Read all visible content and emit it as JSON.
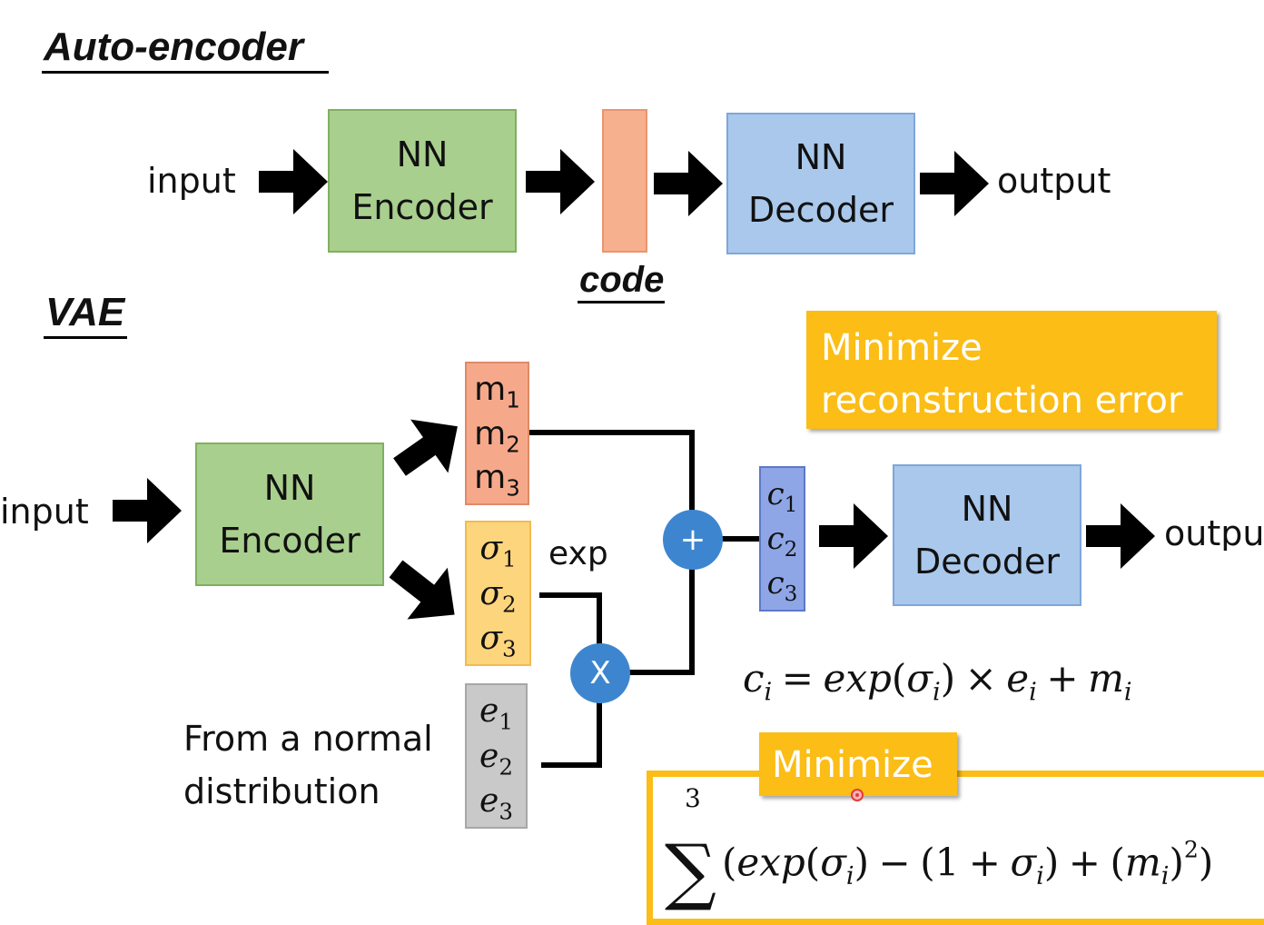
{
  "autoencoder": {
    "title": "Auto-encoder",
    "input_label": "input",
    "encoder_line1": "NN",
    "encoder_line2": "Encoder",
    "code_label": "code",
    "decoder_line1": "NN",
    "decoder_line2": "Decoder",
    "output_label": "output"
  },
  "vae": {
    "title": "VAE",
    "input_label": "input",
    "encoder_line1": "NN",
    "encoder_line2": "Encoder",
    "decoder_line1": "NN",
    "decoder_line2": "Decoder",
    "output_label": "outpu",
    "m_vector": [
      {
        "sym": "m",
        "idx": "1"
      },
      {
        "sym": "m",
        "idx": "2"
      },
      {
        "sym": "m",
        "idx": "3"
      }
    ],
    "sigma_vector": [
      {
        "sym": "σ",
        "idx": "1"
      },
      {
        "sym": "σ",
        "idx": "2"
      },
      {
        "sym": "σ",
        "idx": "3"
      }
    ],
    "e_vector": [
      {
        "sym": "e",
        "idx": "1"
      },
      {
        "sym": "e",
        "idx": "2"
      },
      {
        "sym": "e",
        "idx": "3"
      }
    ],
    "c_vector": [
      {
        "sym": "c",
        "idx": "1"
      },
      {
        "sym": "c",
        "idx": "2"
      },
      {
        "sym": "c",
        "idx": "3"
      }
    ],
    "exp_label": "exp",
    "plus_symbol": "+",
    "times_symbol": "X",
    "normal_line1": "From a normal",
    "normal_line2": "distribution",
    "formula": "c_i = exp(σ_i) × e_i + m_i",
    "callout_reconstruction_line1": "Minimize",
    "callout_reconstruction_line2": "reconstruction error",
    "callout_kl": "Minimize",
    "loss_sum_upper": "3",
    "loss_expression": "Σ (exp(σ_i) − (1 + σ_i) + (m_i)²)"
  },
  "colors": {
    "encoder_green": "#a9cf8e",
    "decoder_blue": "#a9c8ec",
    "code_orange": "#f6b08e",
    "callout_yellow": "#fbbd16",
    "operator_blue": "#3d86cf"
  }
}
